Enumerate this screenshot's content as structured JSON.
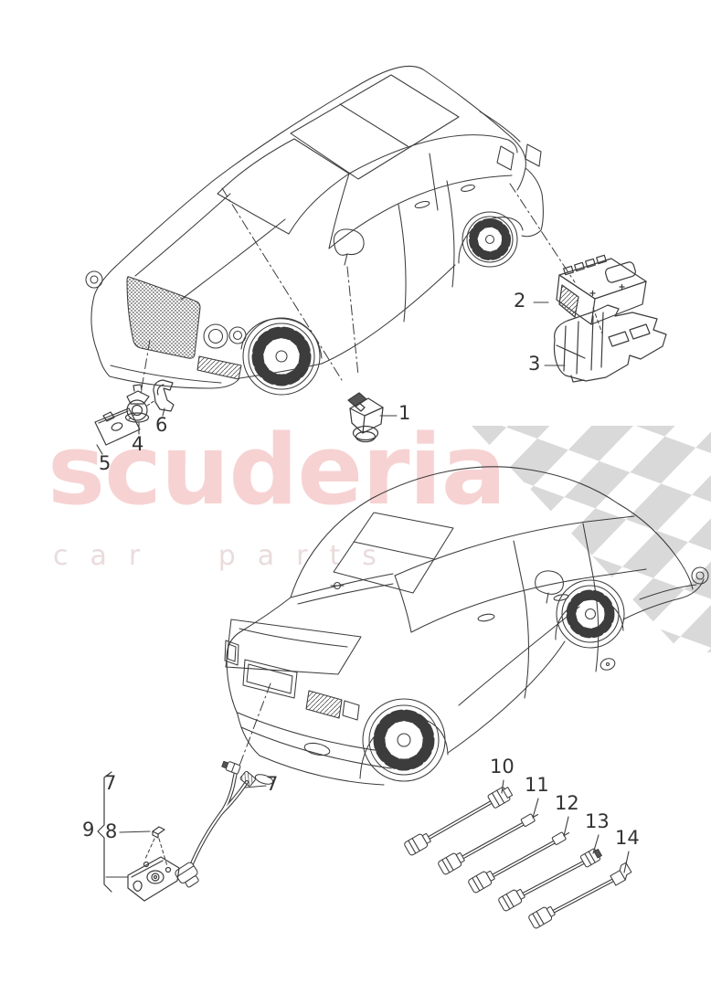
{
  "watermark": {
    "title": "scuderia",
    "subtitle": "car parts",
    "title_color": "#f7d2d2",
    "subtitle_color": "#e9dcdc",
    "flag_color": "#d9d9d9"
  },
  "diagram": {
    "line_color": "#3c3c3c"
  },
  "callouts": [
    {
      "label": "1"
    },
    {
      "label": "2"
    },
    {
      "label": "3"
    },
    {
      "label": "4"
    },
    {
      "label": "5"
    },
    {
      "label": "6"
    },
    {
      "label": "7"
    },
    {
      "label": "7"
    },
    {
      "label": "9"
    },
    {
      "label": "8"
    },
    {
      "label": "10"
    },
    {
      "label": "11"
    },
    {
      "label": "12"
    },
    {
      "label": "13"
    },
    {
      "label": "14"
    }
  ]
}
